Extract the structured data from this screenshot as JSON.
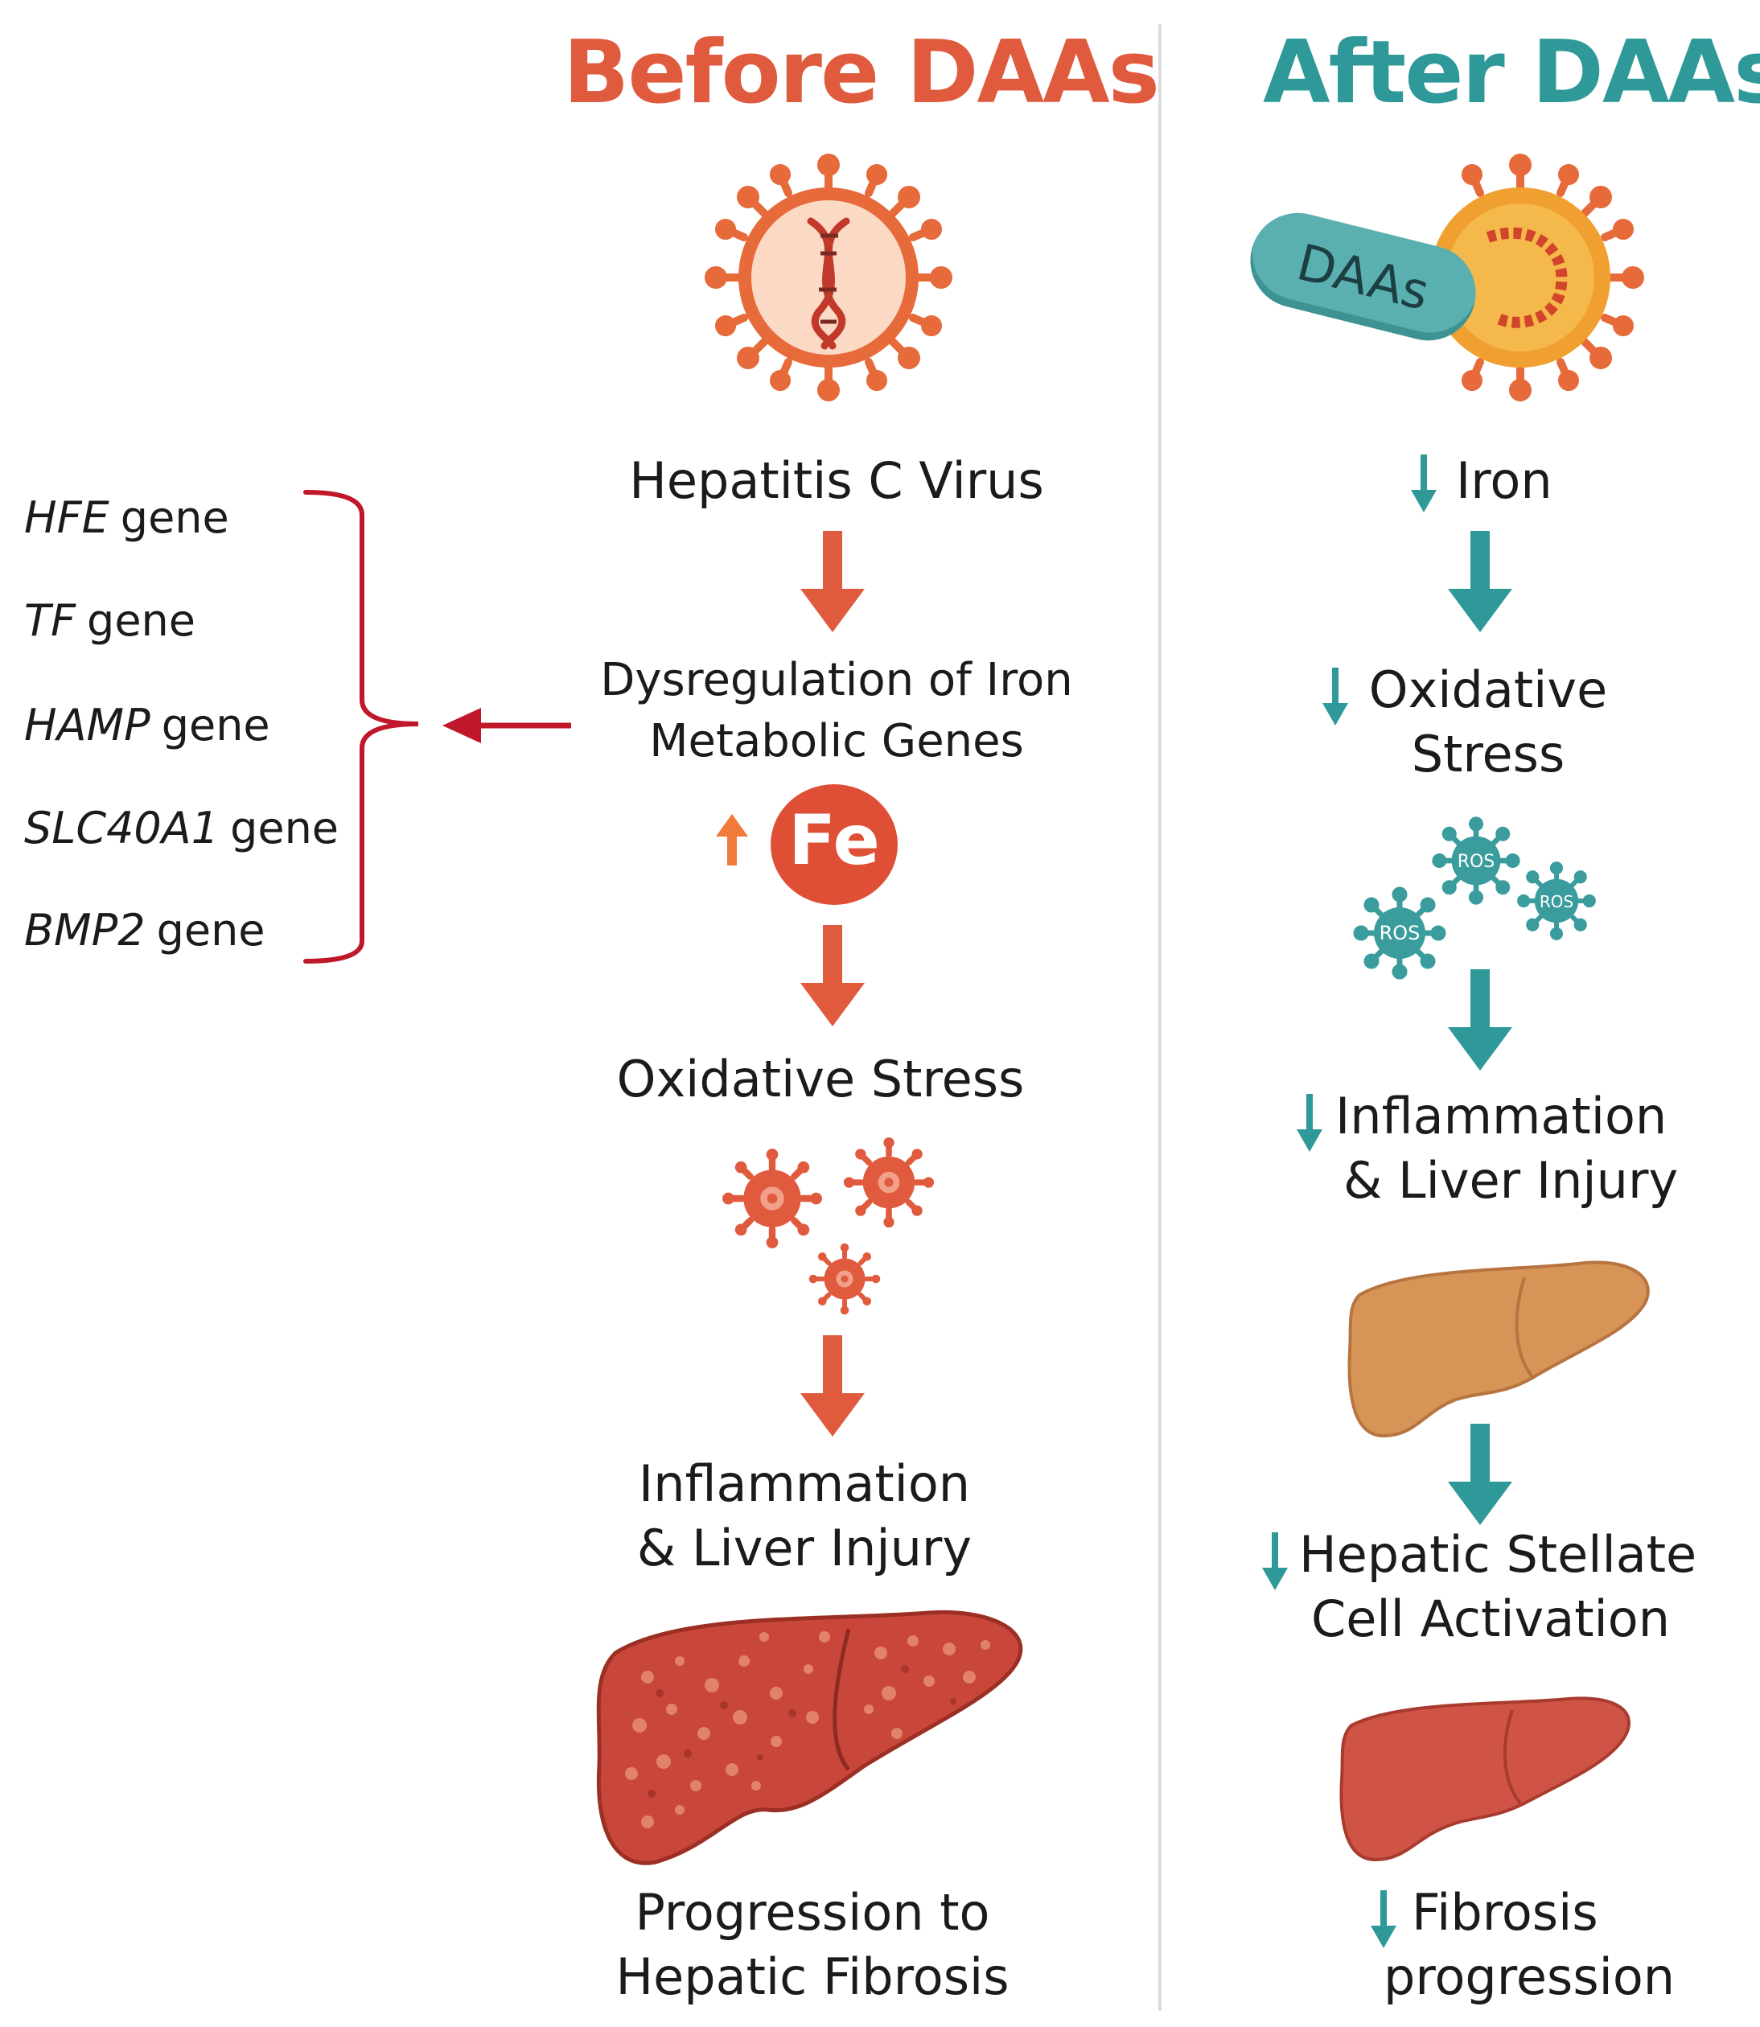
{
  "before": {
    "title": "Before DAAs",
    "steps": {
      "virus": "Hepatitis C Virus",
      "dysregulation_line1": "Dysregulation of Iron",
      "dysregulation_line2": "Metabolic Genes",
      "fe_badge": "Fe",
      "oxidative": "Oxidative Stress",
      "inflammation_line1": "Inflammation",
      "inflammation_line2": "& Liver Injury",
      "progression_line1": "Progression to",
      "progression_line2": "Hepatic Fibrosis"
    }
  },
  "after": {
    "title": "After DAAs",
    "pill": "DAAs",
    "ros": "ROS",
    "steps": {
      "iron": "Iron",
      "oxidative_line1": "Oxidative",
      "oxidative_line2": "Stress",
      "inflammation_line1": "Inflammation",
      "inflammation_line2": "& Liver Injury",
      "stellate_line1": "Hepatic Stellate",
      "stellate_line2": "Cell Activation",
      "fibrosis_line1": "Fibrosis",
      "fibrosis_line2": "progression"
    }
  },
  "genes": [
    {
      "name": "HFE",
      "suffix": "gene"
    },
    {
      "name": "TF",
      "suffix": "gene"
    },
    {
      "name": "HAMP",
      "suffix": "gene"
    },
    {
      "name": "SLC40A1",
      "suffix": "gene"
    },
    {
      "name": "BMP2",
      "suffix": "gene"
    }
  ],
  "colors": {
    "before": "#e05a3e",
    "after": "#2f9898",
    "bracket": "#c0182a",
    "liver_healthy_tan": "#d69457",
    "liver_red": "#cf5446"
  }
}
